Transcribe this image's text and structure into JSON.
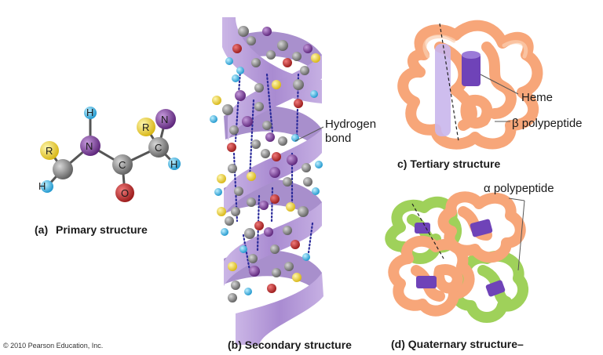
{
  "primary": {
    "atoms": {
      "r1": "R",
      "h1": "H",
      "n1": "N",
      "h_top": "H",
      "c1": "C",
      "o1": "O",
      "r2": "R",
      "n2": "N",
      "c2": "C",
      "h2": "H"
    },
    "caption_letter": "(a)",
    "caption_text": "Primary structure"
  },
  "secondary": {
    "hydrogen_bond_label": "Hydrogen\nbond",
    "caption": "(b) Secondary structure"
  },
  "tertiary": {
    "heme_label": "Heme",
    "beta_label": "β polypeptide",
    "caption": "c) Tertiary structure"
  },
  "quaternary": {
    "alpha_label": "α polypeptide",
    "caption": "(d) Quaternary structure–"
  },
  "copyright": "© 2010 Pearson Education, Inc.",
  "colors": {
    "carbon": "#7a7a7a",
    "nitrogen": "#7e3a9c",
    "oxygen": "#c8282a",
    "hydrogen": "#3fb8e8",
    "r_group": "#f2d33a",
    "helix_ribbon": "#b59ad6",
    "protein_orange": "#f7a679",
    "protein_green": "#9fd15a",
    "heme_purple": "#7b4fc0"
  }
}
